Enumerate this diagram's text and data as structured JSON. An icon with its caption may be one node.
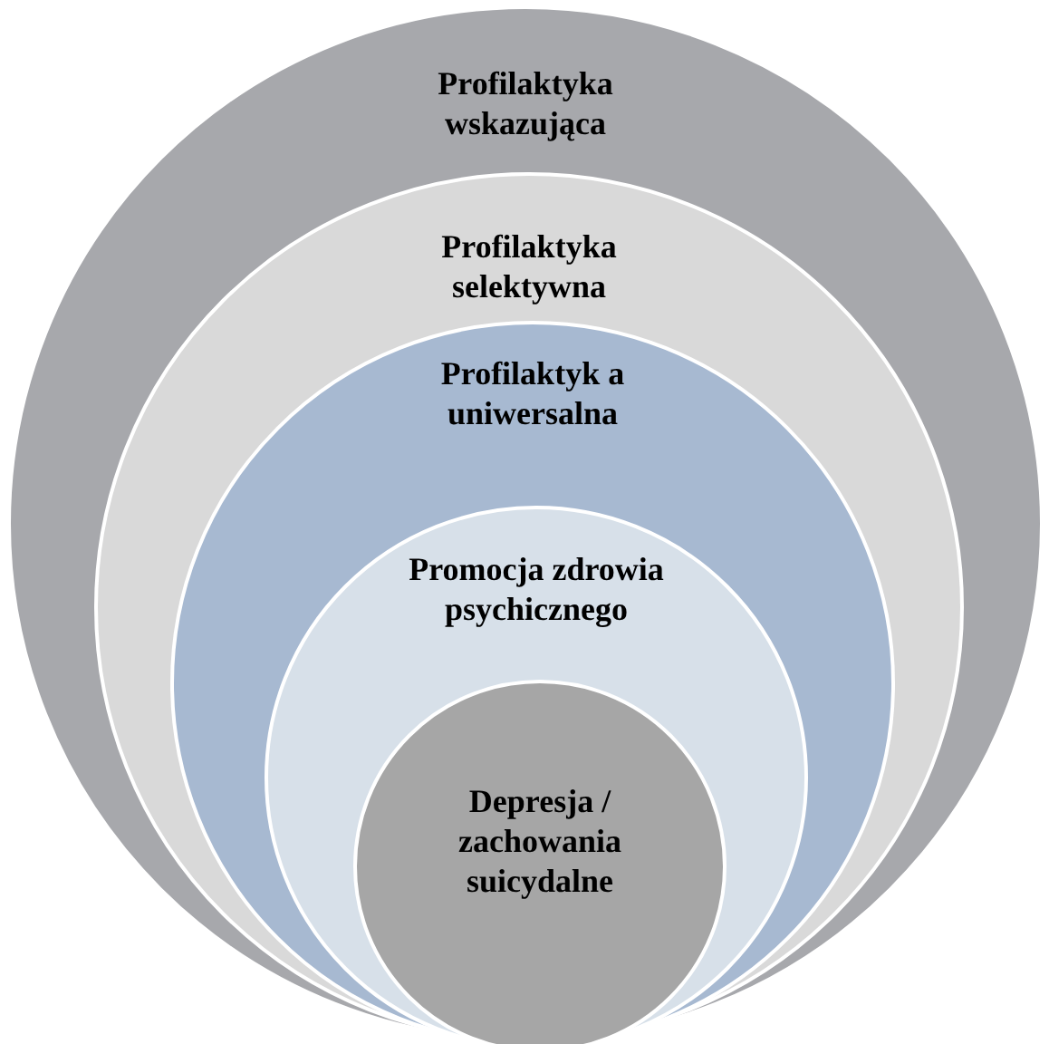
{
  "diagram": {
    "nodes": [
      {
        "text": [
          "Profilaktyka wskazująca"
        ]
      },
      {
        "text": [
          "Profilaktyka selektywna"
        ],
        "in": 0
      },
      {
        "text": [
          "Profilaktyk a uniwersalna"
        ],
        "in": 1
      },
      {
        "text": [
          "Promocja zdrowia psychicznego"
        ],
        "in": 2
      },
      {
        "text": [
          "Depresja / zachowania suicydalne"
        ],
        "in": 3
      }
    ]
  }
}
